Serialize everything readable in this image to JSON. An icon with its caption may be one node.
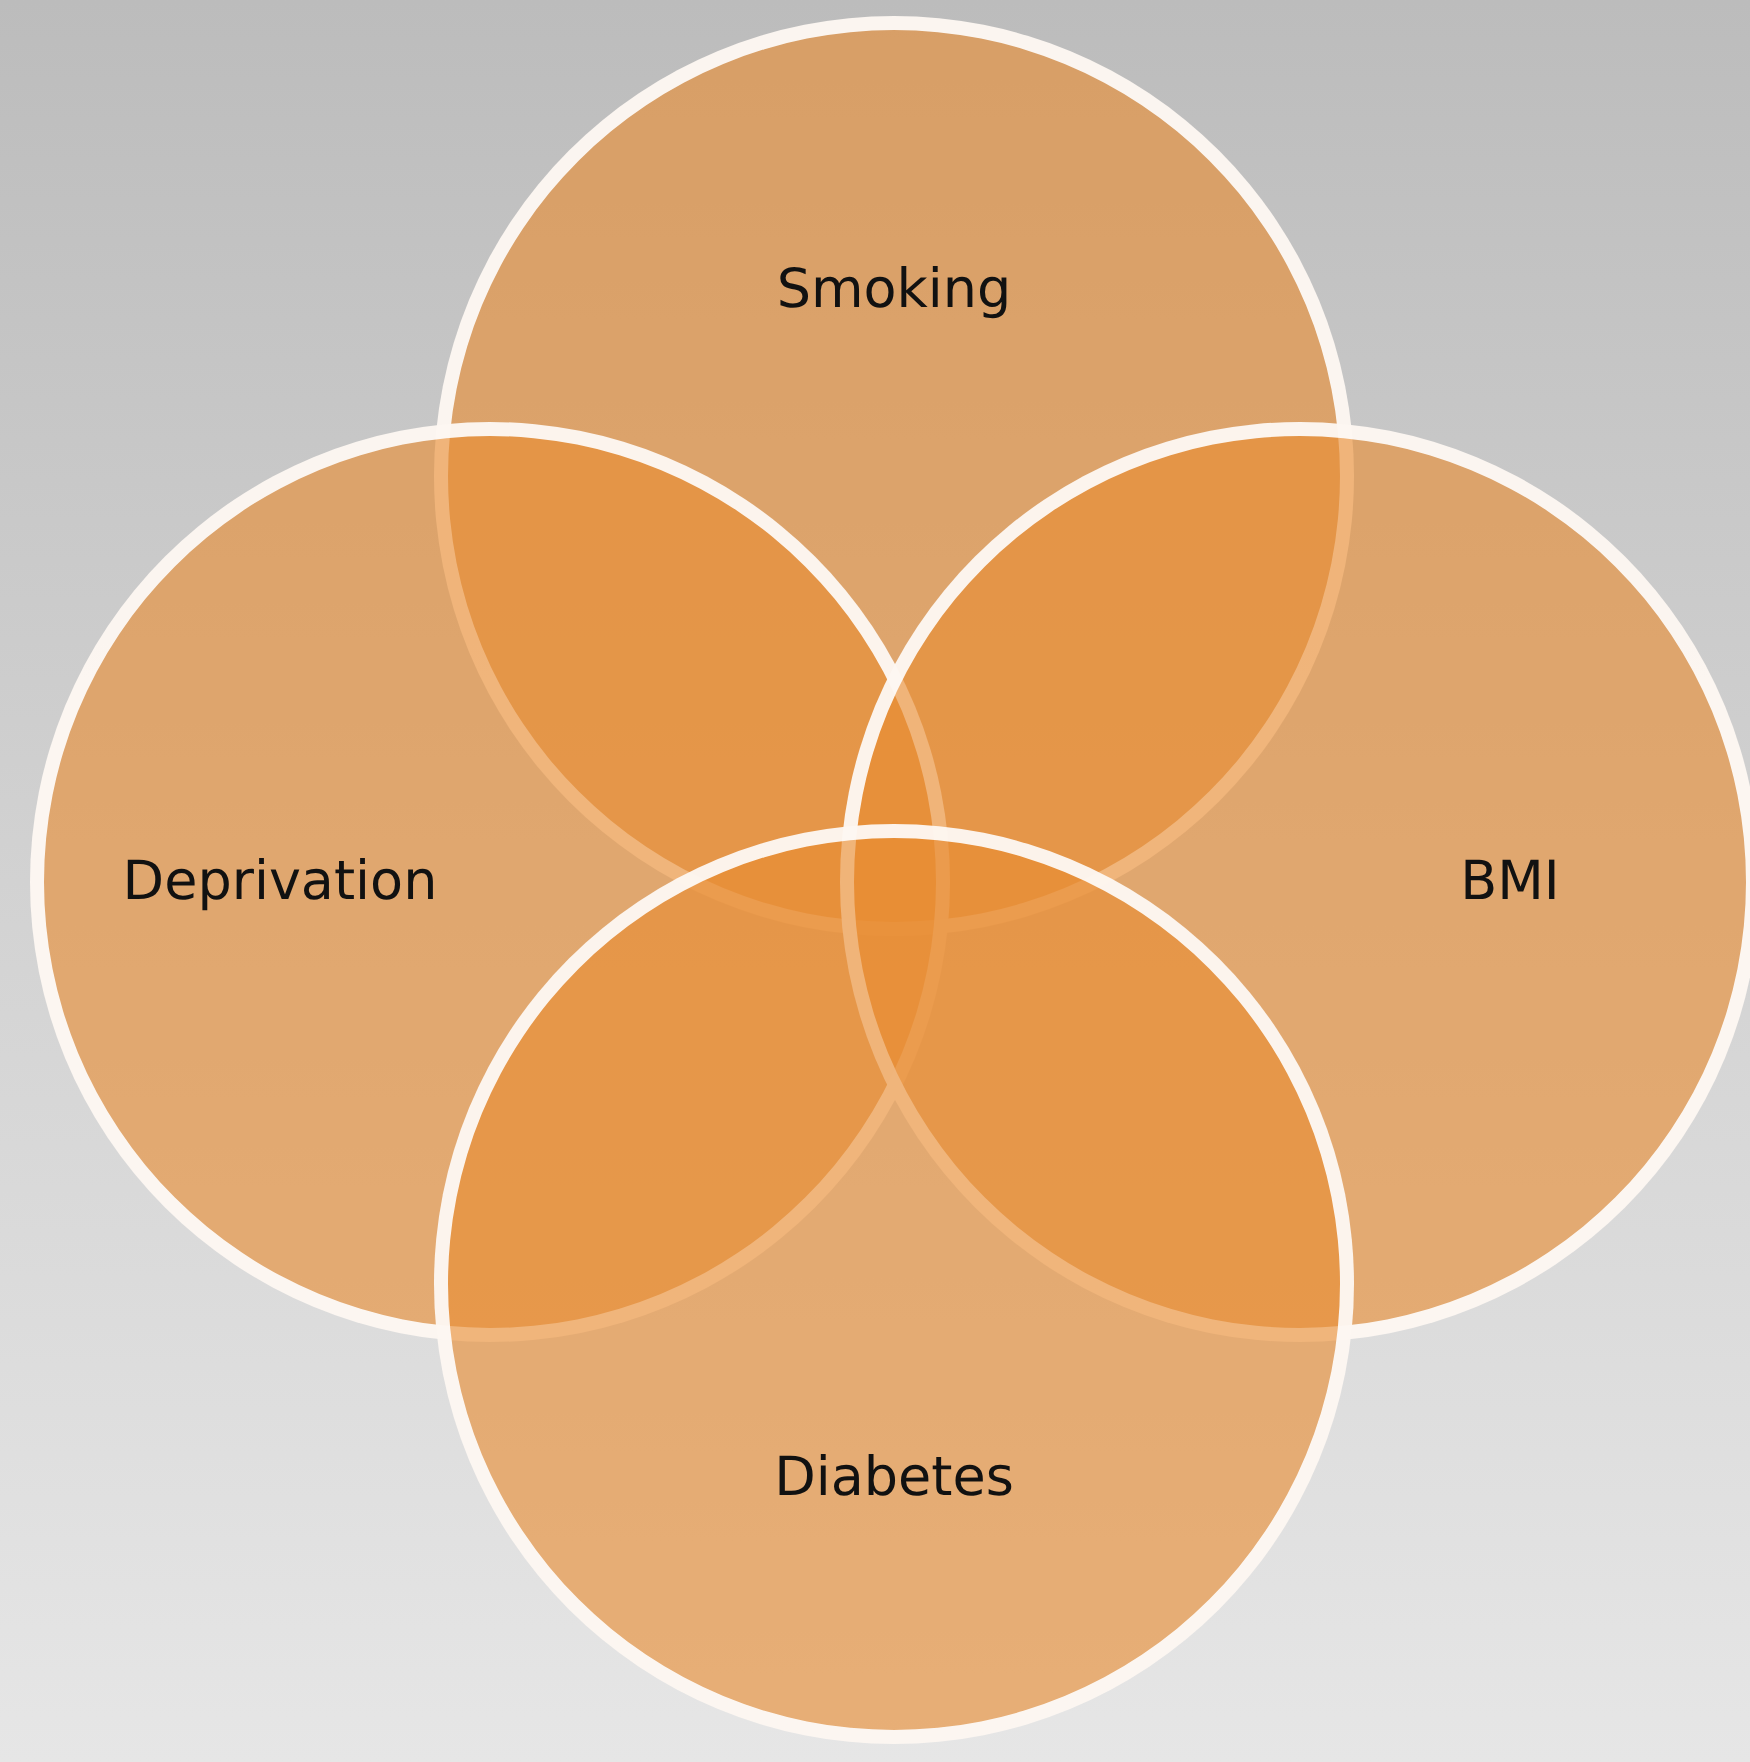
{
  "diagram": {
    "nodes": [
      {
        "text": [
          "Smoking"
        ]
      },
      {
        "text": [
          "Deprivation"
        ]
      },
      {
        "text": [
          "BMI"
        ]
      },
      {
        "text": [
          "Diabetes"
        ]
      }
    ]
  }
}
